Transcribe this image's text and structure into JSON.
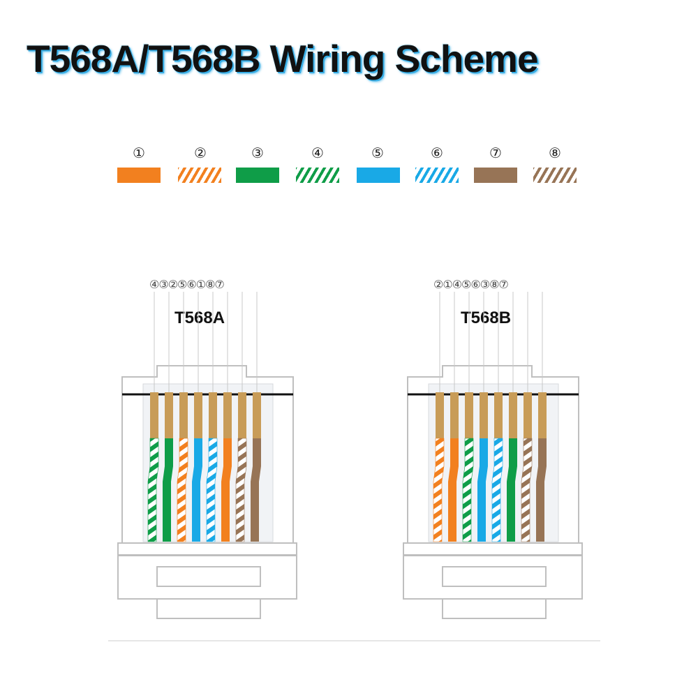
{
  "title": "T568A/T568B Wiring Scheme",
  "colors": {
    "orange": "#f2801f",
    "green": "#0f9d48",
    "blue": "#19a9e6",
    "brown": "#977456",
    "copper": "#c89c58",
    "outline": "#bfbfbf"
  },
  "legend": [
    {
      "num": "①",
      "color": "orange",
      "striped": false
    },
    {
      "num": "②",
      "color": "orange",
      "striped": true
    },
    {
      "num": "③",
      "color": "green",
      "striped": false
    },
    {
      "num": "④",
      "color": "green",
      "striped": true
    },
    {
      "num": "⑤",
      "color": "blue",
      "striped": false
    },
    {
      "num": "⑥",
      "color": "blue",
      "striped": true
    },
    {
      "num": "⑦",
      "color": "brown",
      "striped": false
    },
    {
      "num": "⑧",
      "color": "brown",
      "striped": true
    }
  ],
  "connectors": [
    {
      "label": "T568A",
      "pin_numbers": "④③②⑤⑥①⑧⑦",
      "order": [
        4,
        3,
        2,
        5,
        6,
        1,
        8,
        7
      ]
    },
    {
      "label": "T568B",
      "pin_numbers": "②①④⑤⑥③⑧⑦",
      "order": [
        2,
        1,
        4,
        5,
        6,
        3,
        8,
        7
      ]
    }
  ]
}
